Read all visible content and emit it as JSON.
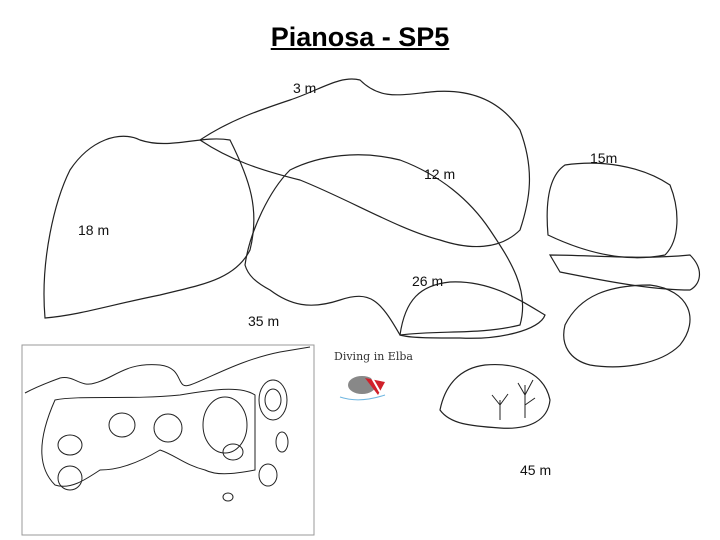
{
  "title": "Pianosa - SP5",
  "depths": [
    {
      "label": "3 m"
    },
    {
      "label": "12 m"
    },
    {
      "label": "15m"
    },
    {
      "label": "18 m"
    },
    {
      "label": "26 m"
    },
    {
      "label": "35 m"
    },
    {
      "label": "45 m"
    }
  ],
  "logo": {
    "text": "Diving in Elba",
    "colors": {
      "fish": "#d0202a",
      "body": "#888888",
      "water": "#6fb6e0"
    }
  }
}
